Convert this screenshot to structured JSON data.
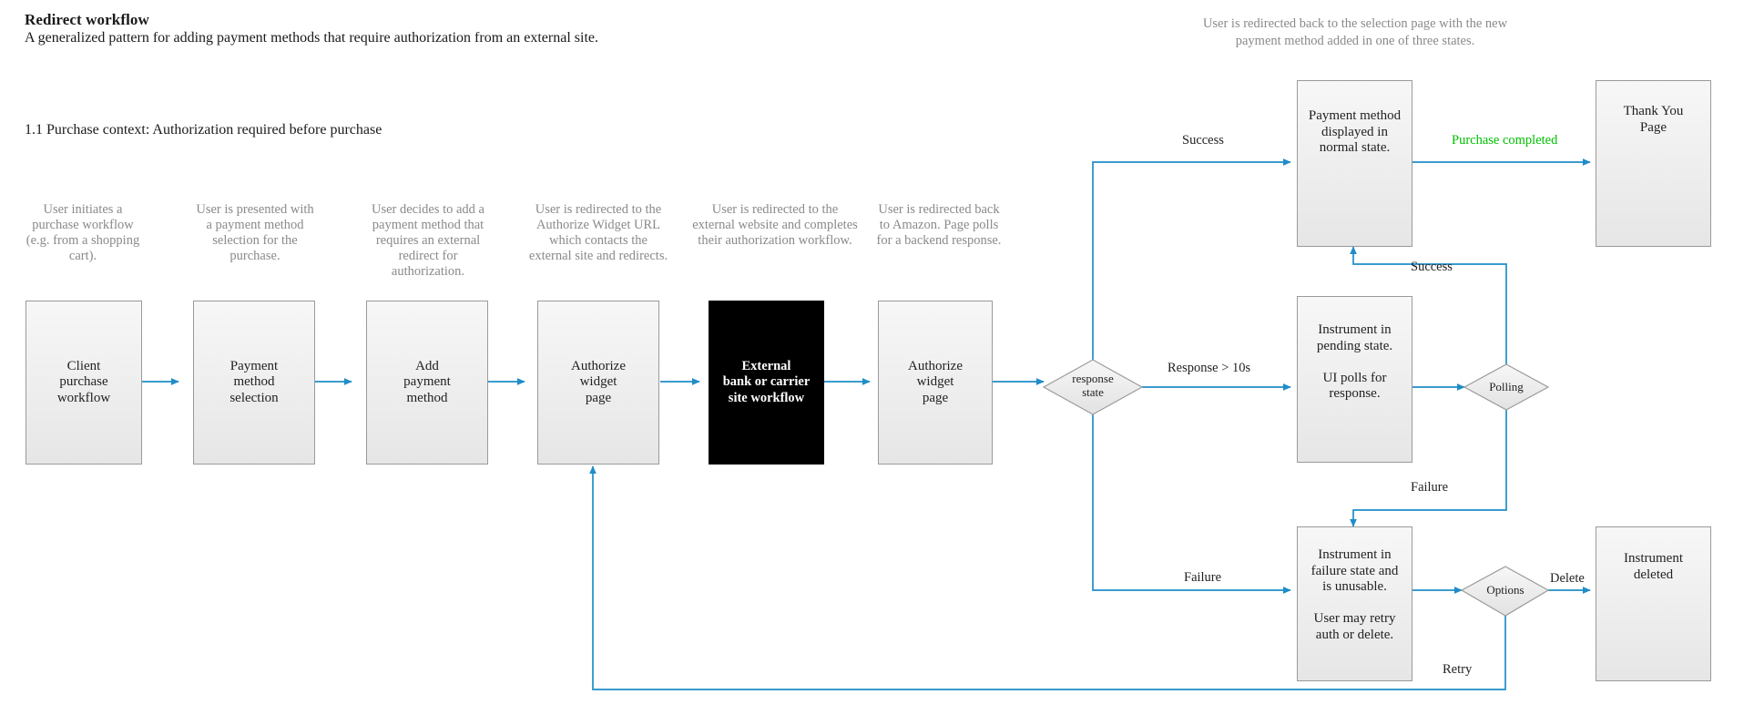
{
  "header": {
    "title": "Redirect workflow",
    "subtitle": "A generalized pattern for adding payment methods that require authorization from an external site.",
    "section": "1.1  Purchase context:  Authorization required before purchase",
    "top_note": "User is redirected back to the selection page with the new payment method added in one of three states."
  },
  "colors": {
    "edge": "#1f8dc7",
    "node_border": "#9a9a9a",
    "node_fill_top": "#f7f7f7",
    "node_fill_bottom": "#e6e6e6",
    "caption_text": "#8a8a8a",
    "success_label": "#00c000",
    "dark_node": "#000000"
  },
  "captions": [
    {
      "id": "cap-client",
      "text": "User initiates a purchase workflow (e.g. from a shopping cart)."
    },
    {
      "id": "cap-selection",
      "text": "User is presented with a payment method selection for the purchase."
    },
    {
      "id": "cap-add",
      "text": "User decides to add a payment method that requires an external redirect for authorization."
    },
    {
      "id": "cap-authorize-1",
      "text": "User is redirected to the Authorize Widget URL which contacts the external site and redirects."
    },
    {
      "id": "cap-external",
      "text": "User is redirected to the external website and completes their authorization workflow."
    },
    {
      "id": "cap-authorize-2",
      "text": "User is redirected back to Amazon. Page polls for a backend response."
    }
  ],
  "nodes": [
    {
      "id": "client-purchase-workflow",
      "label": "Client\npurchase\nworkflow"
    },
    {
      "id": "payment-method-selection",
      "label": "Payment\nmethod\nselection"
    },
    {
      "id": "add-payment-method",
      "label": "Add\npayment\nmethod"
    },
    {
      "id": "authorize-widget-page-1",
      "label": "Authorize\nwidget\npage"
    },
    {
      "id": "external-site-workflow",
      "label": "External\nbank or carrier\nsite workflow"
    },
    {
      "id": "authorize-widget-page-2",
      "label": "Authorize\nwidget\npage"
    },
    {
      "id": "payment-method-normal",
      "label": "Payment method\ndisplayed in\nnormal state."
    },
    {
      "id": "thank-you-page",
      "label": "Thank You\nPage"
    },
    {
      "id": "instrument-pending",
      "label": "Instrument in\npending state.\n\nUI polls for\nresponse."
    },
    {
      "id": "instrument-failure",
      "label": "Instrument in\nfailure state and\nis unusable.\n\nUser may retry\nauth or delete."
    },
    {
      "id": "instrument-deleted",
      "label": "Instrument\ndeleted"
    }
  ],
  "decisions": [
    {
      "id": "response-state",
      "label": "response\nstate"
    },
    {
      "id": "polling",
      "label": "Polling"
    },
    {
      "id": "options",
      "label": "Options"
    }
  ],
  "edge_labels": [
    {
      "id": "label-success-top",
      "text": "Success"
    },
    {
      "id": "label-purchase-completed",
      "text": "Purchase completed"
    },
    {
      "id": "label-success-polling",
      "text": "Success"
    },
    {
      "id": "label-response-10s",
      "text": "Response > 10s"
    },
    {
      "id": "label-failure-polling",
      "text": "Failure"
    },
    {
      "id": "label-failure-branch",
      "text": "Failure"
    },
    {
      "id": "label-delete",
      "text": "Delete"
    },
    {
      "id": "label-retry",
      "text": "Retry"
    }
  ]
}
